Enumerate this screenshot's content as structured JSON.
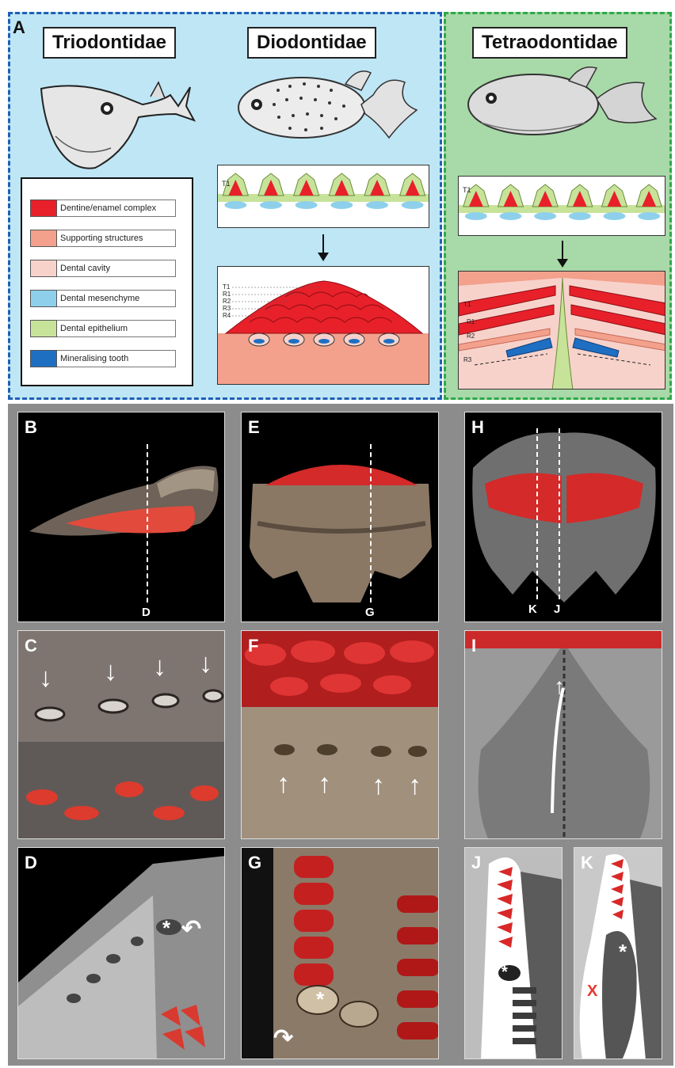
{
  "panel_a": {
    "letter": "A",
    "families": [
      "Triodontidae",
      "Diodontidae",
      "Tetraodontidae"
    ],
    "legend": [
      {
        "label": "Dentine/enamel complex",
        "color": "#e8202a"
      },
      {
        "label": "Supporting structures",
        "color": "#f3a18c"
      },
      {
        "label": "Dental cavity",
        "color": "#f7d2cb"
      },
      {
        "label": "Dental mesenchyme",
        "color": "#8ed0ec"
      },
      {
        "label": "Dental epithelium",
        "color": "#c7e39a"
      },
      {
        "label": "Mineralising tooth",
        "color": "#1e6fc2"
      }
    ],
    "dio_top_labels": [
      "T1"
    ],
    "dio_bottom_labels": [
      "T1",
      "R1",
      "R2",
      "R3",
      "R4"
    ],
    "tet_top_labels": [
      "T1"
    ],
    "tet_bottom_labels": [
      "T1",
      "R1",
      "R2",
      "R3"
    ]
  },
  "panels": {
    "b": {
      "letter": "B",
      "slice": "D"
    },
    "e": {
      "letter": "E",
      "slice": "G"
    },
    "h": {
      "letter": "H",
      "slice_k": "K",
      "slice_j": "J"
    },
    "c": {
      "letter": "C"
    },
    "f": {
      "letter": "F"
    },
    "i": {
      "letter": "I"
    },
    "d": {
      "letter": "D",
      "star": "*"
    },
    "g": {
      "letter": "G",
      "star": "*"
    },
    "j": {
      "letter": "J",
      "star": "*"
    },
    "k": {
      "letter": "K",
      "star": "*",
      "x": "X"
    }
  }
}
